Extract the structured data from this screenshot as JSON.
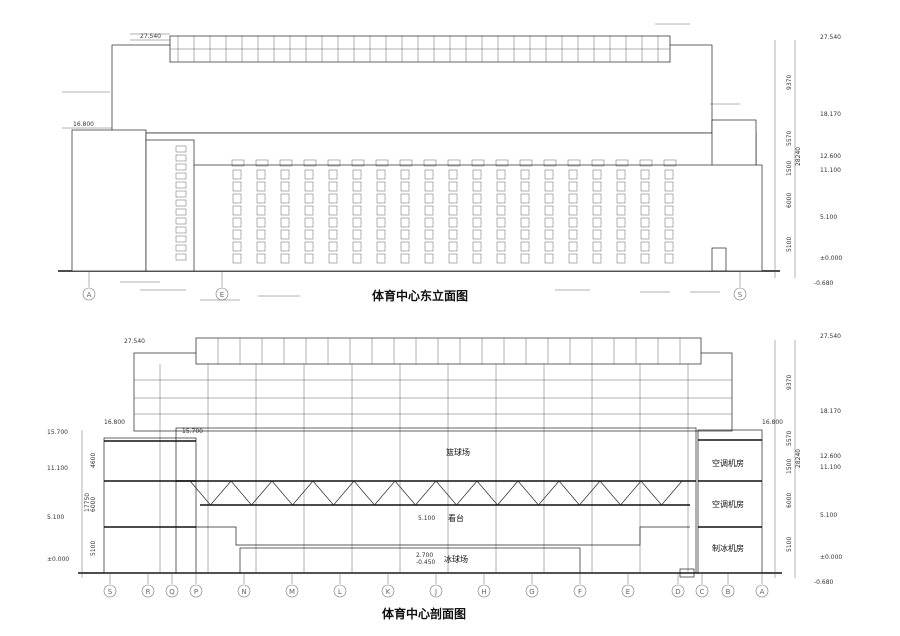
{
  "elevation": {
    "title": "体育中心东立面图",
    "left_levels": [
      "27.540",
      "16.800"
    ],
    "right_levels": [
      "27.540",
      "18.170",
      "12.600",
      "11.100",
      "5.100",
      "±0.000",
      "-0.680"
    ],
    "right_dims": [
      "9370",
      "5570",
      "1500",
      "6000",
      "5100",
      "28240"
    ],
    "axes": [
      "A",
      "E",
      "S"
    ]
  },
  "section": {
    "title": "体育中心剖面图",
    "left_levels": [
      "15.700",
      "11.100",
      "5.100",
      "±0.000",
      "27.540",
      "16.800",
      "15.700"
    ],
    "left_dims": [
      "4600",
      "6000",
      "5100",
      "17750"
    ],
    "right_levels": [
      "27.540",
      "18.170",
      "16.800",
      "12.600",
      "11.100",
      "5.100",
      "±0.000",
      "-0.680"
    ],
    "right_dims": [
      "9370",
      "5570",
      "1500",
      "6000",
      "5100",
      "28240"
    ],
    "center_levels": [
      "5.100",
      "2.700",
      "-0.450"
    ],
    "rooms": {
      "basketball": "篮球场",
      "stands": "看台",
      "ice_rink": "冰球场",
      "ac_room_1": "空调机房",
      "ac_room_2": "空调机房",
      "ice_machine_room": "制冰机房"
    },
    "axes": [
      "S",
      "R",
      "Q",
      "P",
      "N",
      "M",
      "L",
      "K",
      "J",
      "H",
      "G",
      "F",
      "E",
      "D",
      "C",
      "B",
      "A"
    ]
  }
}
